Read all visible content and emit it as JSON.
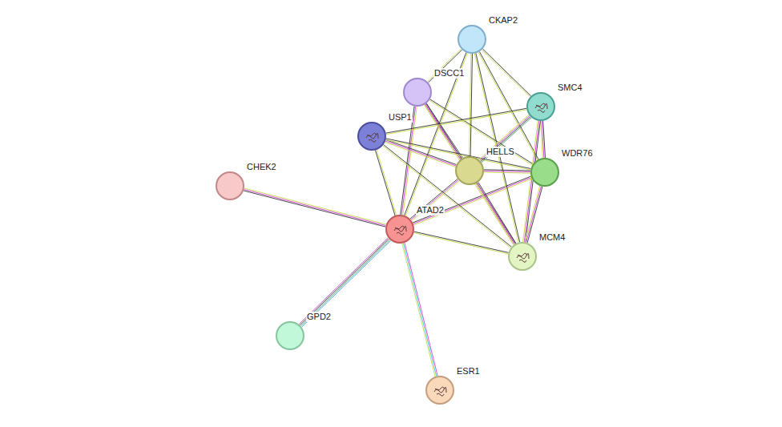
{
  "diagram": {
    "nodes": [
      {
        "text": [
          "CKAP2"
        ]
      },
      {
        "text": [
          "DSCC1"
        ]
      },
      {
        "text": [
          "SMC4"
        ]
      },
      {
        "text": [
          "USP1"
        ]
      },
      {
        "text": [
          "HELLS"
        ]
      },
      {
        "text": [
          "WDR76"
        ]
      },
      {
        "text": [
          "CHEK2"
        ]
      },
      {
        "text": [
          "ATAD2"
        ]
      },
      {
        "text": [
          "MCM4"
        ]
      },
      {
        "text": [
          "GPD2"
        ]
      },
      {
        "text": [
          "ESR1"
        ]
      }
    ],
    "edges": [
      {
        "from": 7,
        "to": 6,
        "arrow": "none"
      },
      {
        "from": 7,
        "to": 9,
        "arrow": "none"
      },
      {
        "from": 7,
        "to": 10,
        "arrow": "none"
      },
      {
        "from": 7,
        "to": 3,
        "arrow": "none"
      },
      {
        "from": 7,
        "to": 1,
        "arrow": "none"
      },
      {
        "from": 7,
        "to": 0,
        "arrow": "none"
      },
      {
        "from": 7,
        "to": 4,
        "arrow": "none"
      },
      {
        "from": 7,
        "to": 5,
        "arrow": "none"
      },
      {
        "from": 7,
        "to": 8,
        "arrow": "none"
      },
      {
        "from": 0,
        "to": 1,
        "arrow": "none"
      },
      {
        "from": 0,
        "to": 2,
        "arrow": "none"
      },
      {
        "from": 0,
        "to": 4,
        "arrow": "none"
      },
      {
        "from": 0,
        "to": 5,
        "arrow": "none"
      },
      {
        "from": 0,
        "to": 8,
        "arrow": "none"
      },
      {
        "from": 1,
        "to": 4,
        "arrow": "none"
      },
      {
        "from": 1,
        "to": 5,
        "arrow": "none"
      },
      {
        "from": 1,
        "to": 8,
        "arrow": "none"
      },
      {
        "from": 3,
        "to": 2,
        "arrow": "none"
      },
      {
        "from": 3,
        "to": 4,
        "arrow": "none"
      },
      {
        "from": 3,
        "to": 5,
        "arrow": "none"
      },
      {
        "from": 3,
        "to": 8,
        "arrow": "none"
      },
      {
        "from": 2,
        "to": 4,
        "arrow": "none"
      },
      {
        "from": 2,
        "to": 5,
        "arrow": "none"
      },
      {
        "from": 2,
        "to": 8,
        "arrow": "none"
      },
      {
        "from": 4,
        "to": 5,
        "arrow": "none"
      },
      {
        "from": 4,
        "to": 8,
        "arrow": "none"
      },
      {
        "from": 5,
        "to": 8,
        "arrow": "none"
      }
    ]
  }
}
